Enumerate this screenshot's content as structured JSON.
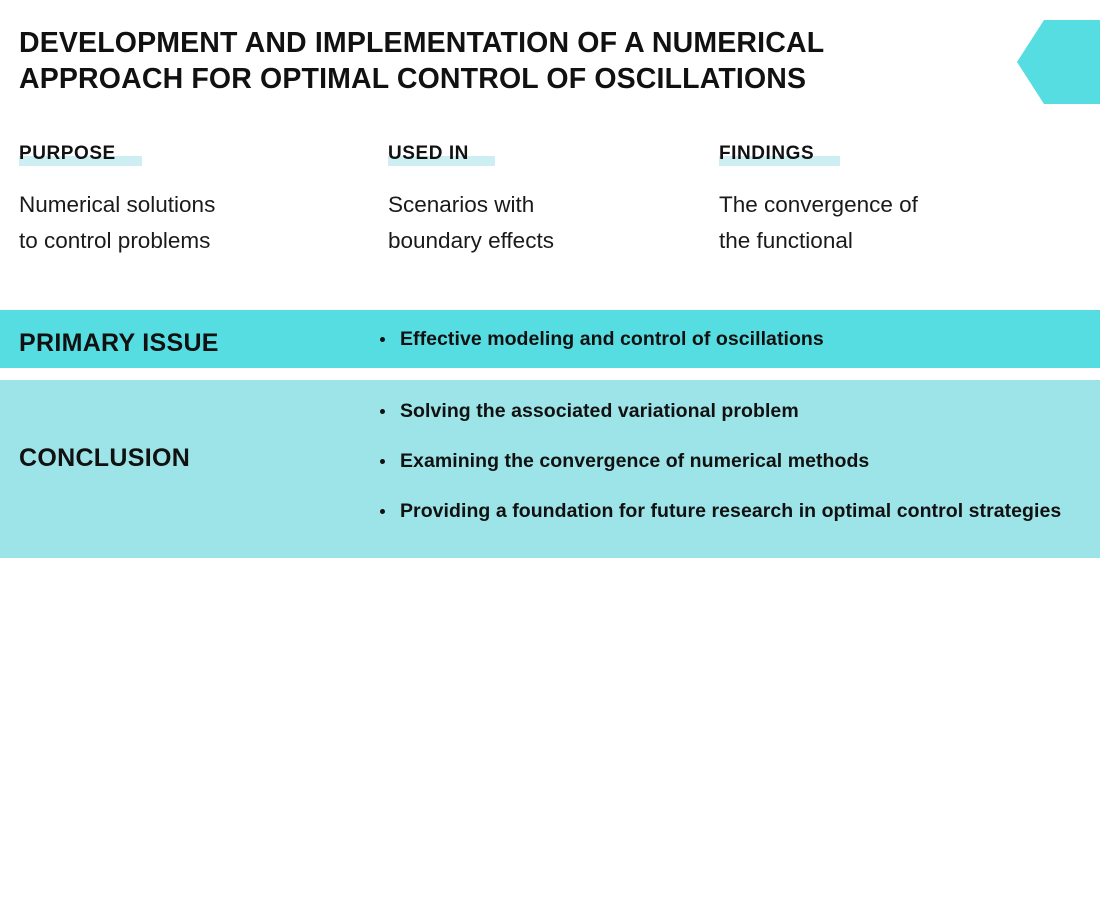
{
  "title": {
    "lines": [
      "DEVELOPMENT AND IMPLEMENTATION OF A NUMERICAL",
      "APPROACH FOR OPTIMAL CONTROL OF OSCILLATIONS"
    ],
    "decoration_icon": "left-pointing-hexagon-icon"
  },
  "colors": {
    "accent_primary": "#56DDE2",
    "accent_light": "#9CE4E8",
    "highlight_pale": "#CDEFF3",
    "text": "#111111",
    "background": "#FFFFFF"
  },
  "facts": [
    {
      "heading": "PURPOSE",
      "lines": [
        "Numerical solutions",
        "to control problems"
      ]
    },
    {
      "heading": "USED IN",
      "lines": [
        "Scenarios with",
        "boundary effects"
      ]
    },
    {
      "heading": "FINDINGS",
      "lines": [
        "The convergence of",
        "the functional"
      ]
    }
  ],
  "bands": [
    {
      "label": "PRIMARY ISSUE",
      "bullets": [
        "Effective modeling and control of oscillations"
      ]
    },
    {
      "label": "CONCLUSION",
      "bullets": [
        "Solving the associated variational problem",
        "Examining the convergence of numerical methods",
        "Providing a foundation for future research in optimal control strategies"
      ]
    }
  ]
}
